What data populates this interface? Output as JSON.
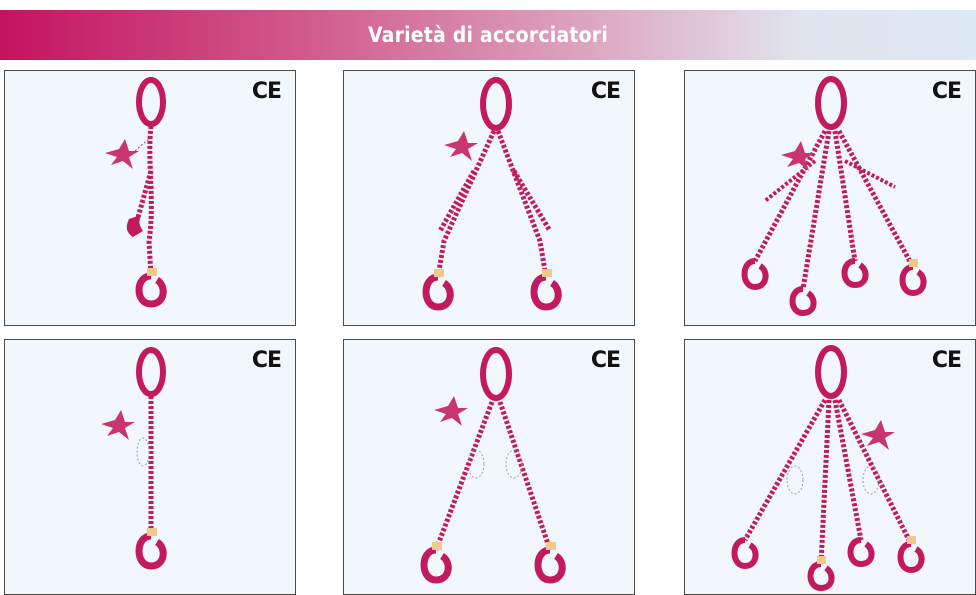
{
  "header": {
    "title": "Varietà di accorciatori"
  },
  "colors": {
    "chain": "#c2195f",
    "tag": "#c9356d",
    "tip": "#f1c98a",
    "panel_bg": "#f1f7fa",
    "border": "#4a4a4a"
  },
  "panels": [
    {
      "mark": "CE",
      "legs": 1,
      "shorteners": "with-hook"
    },
    {
      "mark": "CE",
      "legs": 2,
      "shorteners": "with-hook"
    },
    {
      "mark": "CE",
      "legs": 4,
      "shorteners": "with-hook"
    },
    {
      "mark": "CE",
      "legs": 1,
      "shorteners": "inline"
    },
    {
      "mark": "CE",
      "legs": 2,
      "shorteners": "inline"
    },
    {
      "mark": "CE",
      "legs": 4,
      "shorteners": "inline"
    }
  ]
}
